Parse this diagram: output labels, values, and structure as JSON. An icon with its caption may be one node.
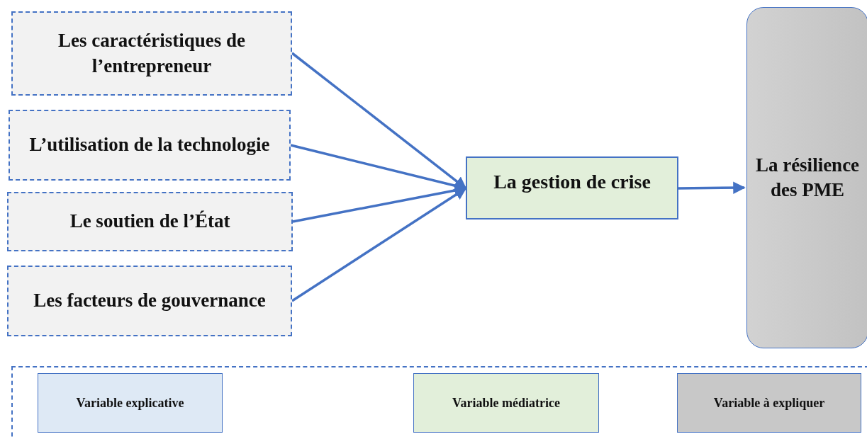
{
  "diagram": {
    "nodes": [
      {
        "text": [
          "Les caractéristiques de l’entrepreneur"
        ]
      },
      {
        "text": [
          "L’utilisation de la technologie"
        ]
      },
      {
        "text": [
          "Le soutien de l’État"
        ]
      },
      {
        "text": [
          "Les facteurs de gouvernance"
        ]
      },
      {
        "text": [
          "La gestion de crise"
        ]
      },
      {
        "text": [
          "La résilience des PME"
        ]
      }
    ],
    "edges": [
      {
        "from": 0,
        "to": 4,
        "arrow": "to"
      },
      {
        "from": 1,
        "to": 4,
        "arrow": "to"
      },
      {
        "from": 2,
        "to": 4,
        "arrow": "to"
      },
      {
        "from": 3,
        "to": 4,
        "arrow": "to"
      },
      {
        "from": 4,
        "to": 5,
        "arrow": "to"
      }
    ],
    "legend": [
      {
        "text": "Variable explicative",
        "color": "#dee9f5"
      },
      {
        "text": "Variable médiatrice",
        "color": "#e2efda"
      },
      {
        "text": "Variable à expliquer",
        "color": "#c8c8c8"
      }
    ]
  }
}
